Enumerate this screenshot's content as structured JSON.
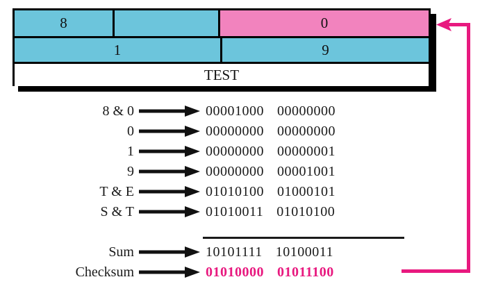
{
  "diagram": {
    "title": "checksum-calculation",
    "colors": {
      "cell_cyan": "#6CC5DC",
      "cell_pink": "#F283BE",
      "checksum_magenta": "#E8197F",
      "text_black": "#1a1a1a",
      "border_black": "#000000"
    }
  },
  "packet": {
    "row1": [
      {
        "label": "8",
        "color": "cyan"
      },
      {
        "label": "",
        "color": "cyan"
      },
      {
        "label": "0",
        "color": "pink"
      }
    ],
    "row2": [
      {
        "label": "1",
        "color": "cyan"
      },
      {
        "label": "9",
        "color": "cyan"
      }
    ],
    "row3": [
      {
        "label": "TEST",
        "color": "white"
      }
    ]
  },
  "calculation": {
    "rows": [
      {
        "label": "8 & 0",
        "high": "00001000",
        "low": "00000000",
        "style": "plain"
      },
      {
        "label": "0",
        "high": "00000000",
        "low": "00000000",
        "style": "plain"
      },
      {
        "label": "1",
        "high": "00000000",
        "low": "00000001",
        "style": "plain"
      },
      {
        "label": "9",
        "high": "00000000",
        "low": "00001001",
        "style": "plain"
      },
      {
        "label": "T & E",
        "high": "01010100",
        "low": "01000101",
        "style": "plain"
      },
      {
        "label": "S & T",
        "high": "01010011",
        "low": "01010100",
        "style": "plain"
      },
      {
        "label": "Sum",
        "high": "10101111",
        "low": "10100011",
        "style": "plain"
      },
      {
        "label": "Checksum",
        "high": "01010000",
        "low": "01011100",
        "style": "magenta"
      }
    ]
  }
}
